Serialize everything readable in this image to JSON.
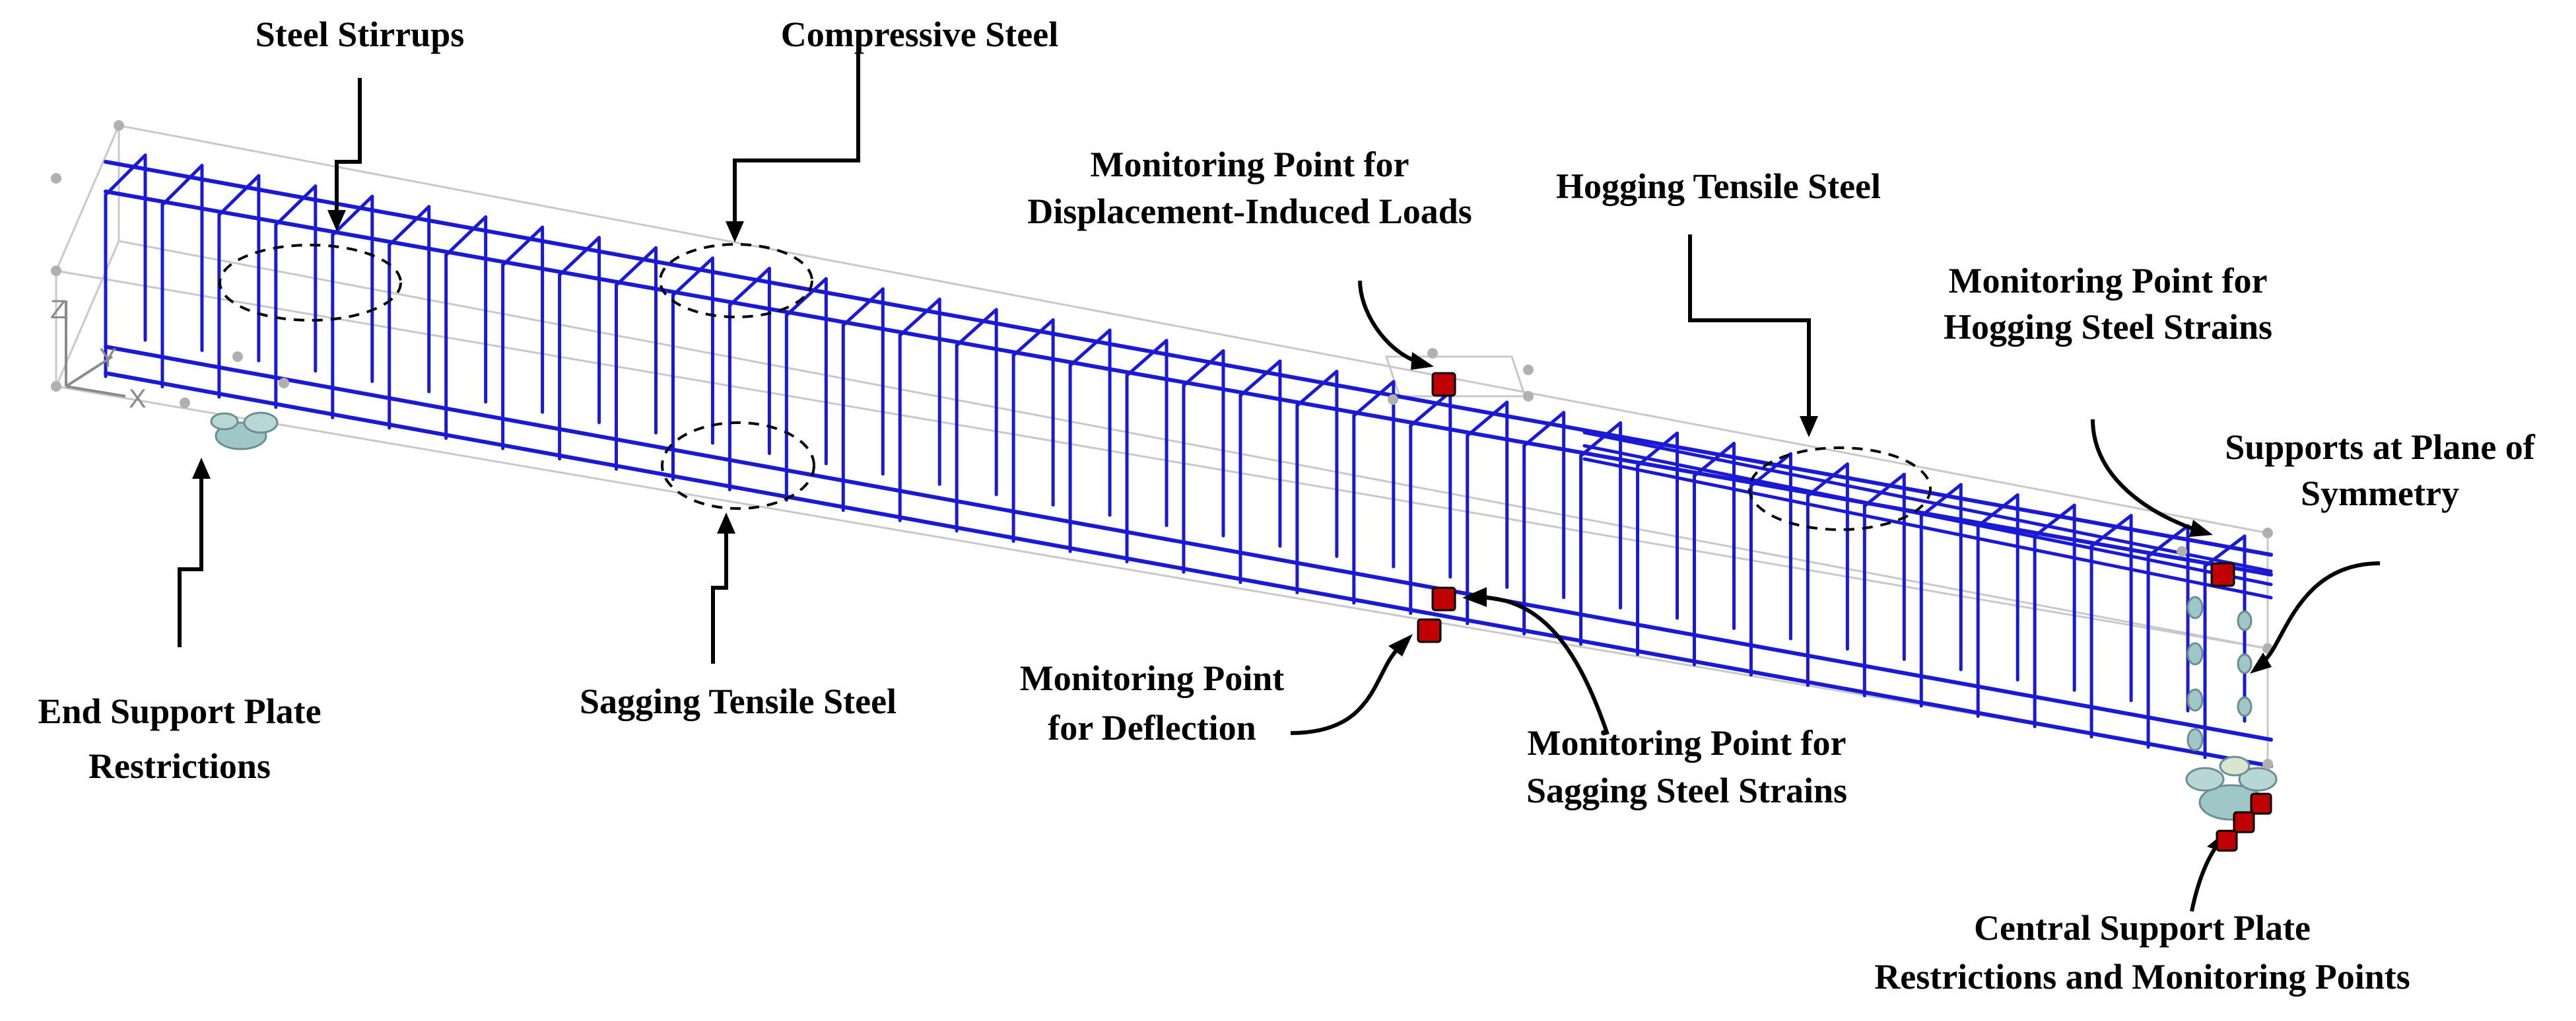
{
  "diagram": {
    "axes": {
      "z": "Z",
      "y": "Y",
      "x": "X"
    },
    "labels": {
      "steel_stirrups": "Steel Stirrups",
      "compressive_steel": "Compressive Steel",
      "monitoring_displacement_1": "Monitoring Point for",
      "monitoring_displacement_2": "Displacement-Induced Loads",
      "hogging_tensile_steel": "Hogging Tensile Steel",
      "monitoring_hogging_1": "Monitoring Point for",
      "monitoring_hogging_2": "Hogging Steel Strains",
      "supports_symmetry_1": "Supports at Plane of",
      "supports_symmetry_2": "Symmetry",
      "end_support_1": "End Support Plate",
      "end_support_2": "Restrictions",
      "sagging_tensile_steel": "Sagging Tensile Steel",
      "monitoring_deflection_1": "Monitoring Point",
      "monitoring_deflection_2": "for Deflection",
      "monitoring_sagging_1": "Monitoring Point for",
      "monitoring_sagging_2": "Sagging Steel Strains",
      "central_support_1": "Central Support Plate",
      "central_support_2": "Restrictions and Monitoring Points"
    },
    "colors": {
      "rebar": "#1a1ad6",
      "monitor_point": "#c00000",
      "outline": "#bdbdbd",
      "support": "#7ab0b0",
      "text": "#000000"
    }
  }
}
